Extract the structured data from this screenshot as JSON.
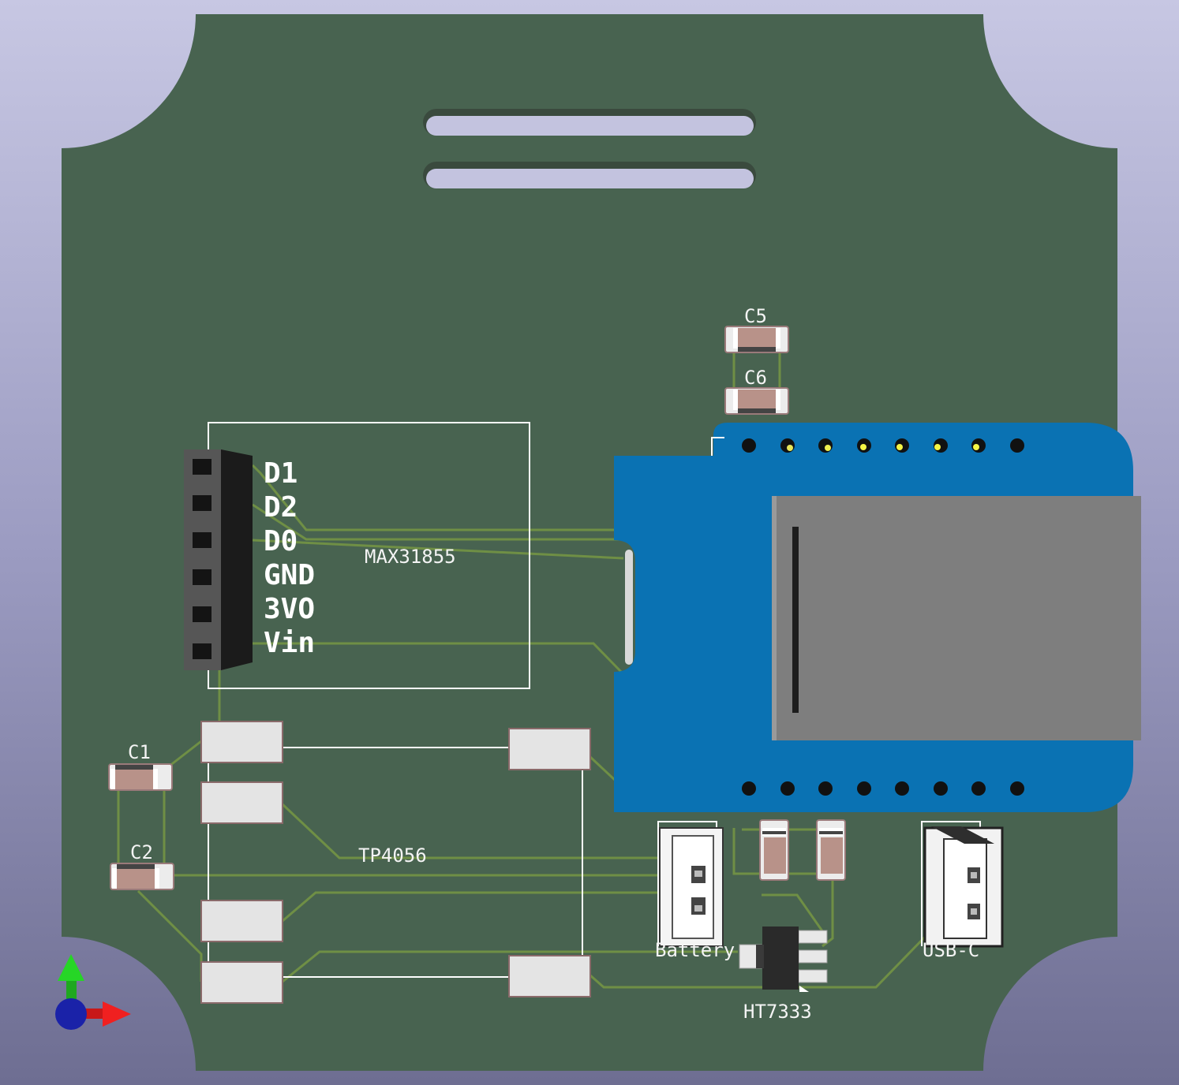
{
  "colors": {
    "board": "#486350",
    "trace": "#6f8f45",
    "silkscreen": "#ffffff",
    "module_blue": "#0a72b3",
    "usb_grey": "#7e7e7e",
    "pad": "#e4e4e4",
    "background_top": "#c7c7e3",
    "background_bottom": "#6e6e92"
  },
  "header_module": {
    "pins": [
      "D1",
      "D2",
      "D0",
      "GND",
      "3VO",
      "Vin"
    ],
    "label": "MAX31855"
  },
  "charger": {
    "label": "TP4056"
  },
  "capacitors": {
    "c1": "C1",
    "c2": "C2",
    "c5": "C5",
    "c6": "C6"
  },
  "connectors": {
    "battery": "Battery",
    "usb": "USB-C"
  },
  "regulator": {
    "label": "HT7333"
  },
  "axes_gizmo": {
    "y_icon": "arrow-up-green-icon",
    "x_icon": "arrow-right-red-icon",
    "z_icon": "sphere-blue-icon"
  }
}
